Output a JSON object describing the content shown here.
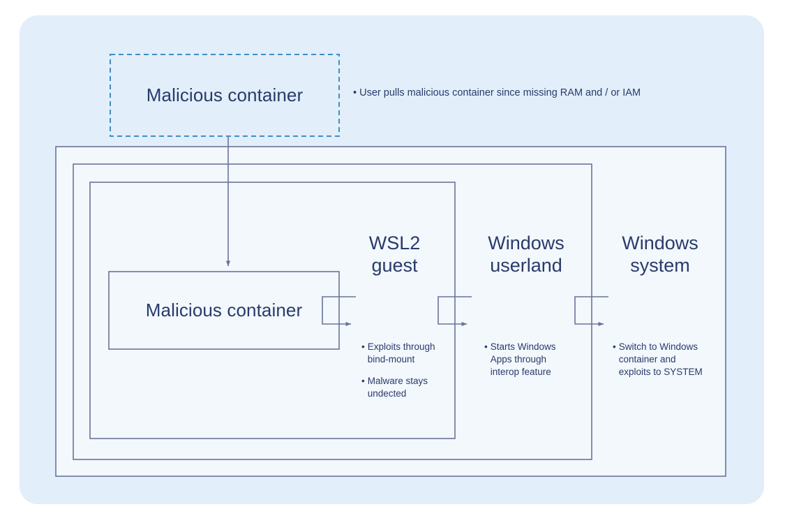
{
  "diagram": {
    "title_boxes": {
      "top_container": "Malicious container",
      "inner_container": "Malicious container"
    },
    "columns": [
      {
        "id": "wsl2",
        "heading_line1": "WSL2",
        "heading_line2": "guest"
      },
      {
        "id": "userland",
        "heading_line1": "Windows",
        "heading_line2": "userland"
      },
      {
        "id": "system",
        "heading_line1": "Windows",
        "heading_line2": "system"
      }
    ],
    "notes": {
      "top_note_bullet": "•",
      "top_note_text": "User pulls malicious container  since missing RAM and / or IAM"
    },
    "bullet_groups": [
      {
        "id": "wsl2-bullets",
        "items": [
          {
            "bullet": "•",
            "text": "Exploits through bind-mount"
          },
          {
            "bullet": "•",
            "text": "Malware stays undected"
          }
        ]
      },
      {
        "id": "userland-bullets",
        "items": [
          {
            "bullet": "•",
            "text": "Starts Windows Apps through interop feature"
          }
        ]
      },
      {
        "id": "system-bullets",
        "items": [
          {
            "bullet": "•",
            "text": "Switch to Windows container and exploits to SYSTEM"
          }
        ]
      }
    ],
    "colors": {
      "page_background": "#ffffff",
      "panel_background": "#e2eef9",
      "frame_fill": "#f2f8fc",
      "frame_stroke": "#6b7399",
      "dashed_box_stroke": "#3f8ec4",
      "text": "#2a3a6b",
      "arrow": "#6b7399"
    }
  }
}
